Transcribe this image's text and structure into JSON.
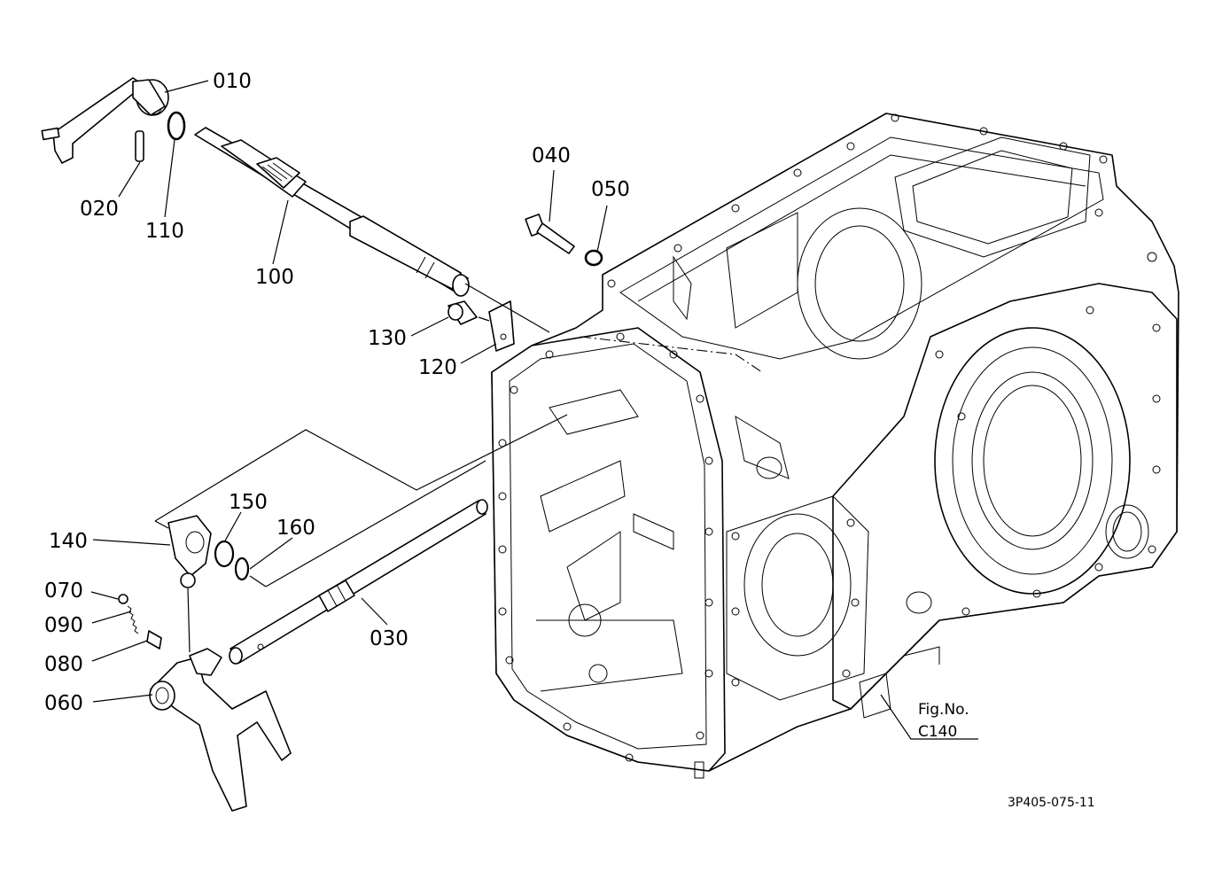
{
  "callouts": {
    "p010": "010",
    "p020": "020",
    "p110": "110",
    "p100": "100",
    "p040": "040",
    "p050": "050",
    "p130": "130",
    "p120": "120",
    "p150": "150",
    "p160": "160",
    "p140": "140",
    "p070": "070",
    "p090": "090",
    "p080": "080",
    "p060": "060",
    "p030": "030"
  },
  "figure_ref": {
    "line1": "Fig.No.",
    "line2": "C140"
  },
  "drawing_number": "3P405-075-11"
}
